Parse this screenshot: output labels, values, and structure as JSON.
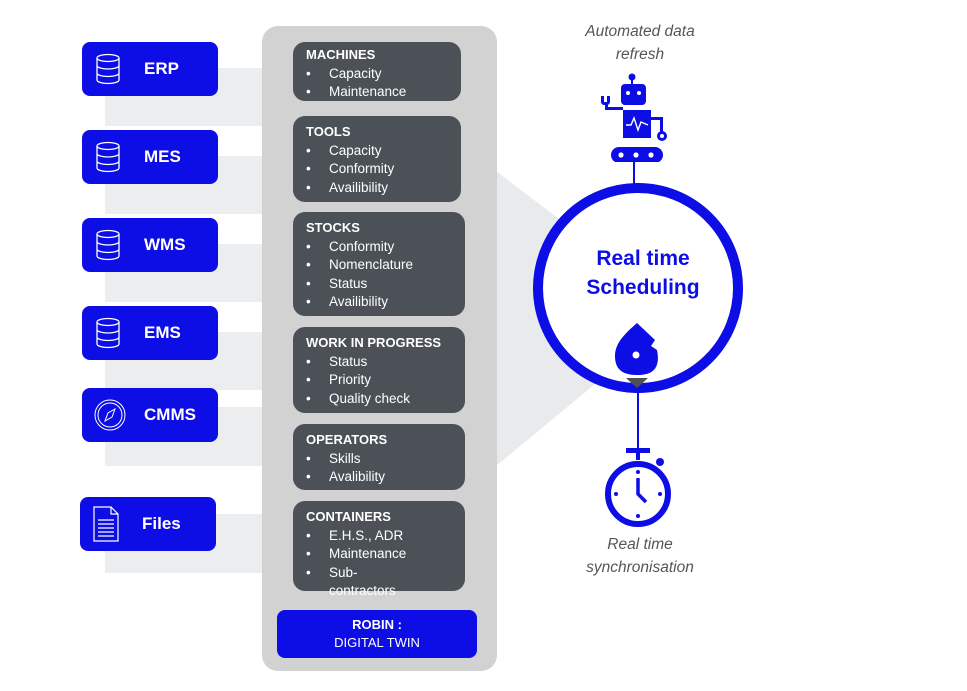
{
  "sources": [
    {
      "label": "ERP",
      "icon": "database-icon"
    },
    {
      "label": "MES",
      "icon": "database-icon"
    },
    {
      "label": "WMS",
      "icon": "database-icon"
    },
    {
      "label": "EMS",
      "icon": "database-icon"
    },
    {
      "label": "CMMS",
      "icon": "compass-icon"
    },
    {
      "label": "Files",
      "icon": "document-icon"
    }
  ],
  "categories": [
    {
      "title": "MACHINES",
      "items": [
        "Capacity",
        "Maintenance"
      ]
    },
    {
      "title": "TOOLS",
      "items": [
        "Capacity",
        "Conformity",
        "Availibility"
      ]
    },
    {
      "title": "STOCKS",
      "items": [
        "Conformity",
        "Nomenclature",
        "Status",
        "Availibility"
      ]
    },
    {
      "title": "WORK IN PROGRESS",
      "items": [
        "Status",
        "Priority",
        "Quality check"
      ]
    },
    {
      "title": "OPERATORS",
      "items": [
        "Skills",
        "Avalibility"
      ]
    },
    {
      "title": "CONTAINERS",
      "items": [
        "E.H.S., ADR",
        "Maintenance",
        "Sub-contractors"
      ]
    }
  ],
  "robin": {
    "line1": "ROBIN :",
    "line2": "DIGITAL TWIN"
  },
  "center": {
    "line1": "Real time",
    "line2": "Scheduling"
  },
  "top_caption": {
    "line1": "Automated data",
    "line2": "refresh"
  },
  "bottom_caption": {
    "line1": "Real time",
    "line2": "synchronisation"
  },
  "colors": {
    "blue": "#0d0de6",
    "dark": "#4b5157",
    "panel": "#d2d2d2"
  }
}
